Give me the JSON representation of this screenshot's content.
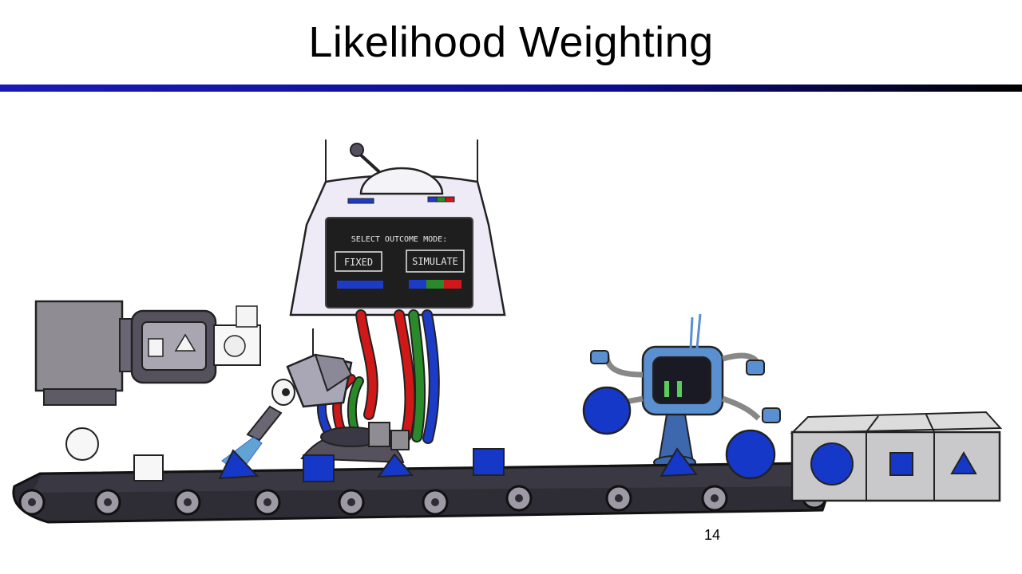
{
  "slide": {
    "title": "Likelihood Weighting",
    "number": "14"
  },
  "machine": {
    "panel_heading": "SELECT OUTCOME MODE:",
    "fixed_label": "FIXED",
    "simulate_label": "SIMULATE"
  },
  "colors": {
    "title_rule": "#0c0c90",
    "object_blue": "#1638c8",
    "hose_red": "#d01818",
    "hose_green": "#2a8a2a",
    "hose_blue": "#1c3cc8",
    "robot_blue": "#5a8fd0",
    "panel_dark": "#1e1e1e"
  },
  "icons": {
    "bin_circle": "circle-icon",
    "bin_square": "square-icon",
    "bin_triangle": "triangle-icon"
  }
}
